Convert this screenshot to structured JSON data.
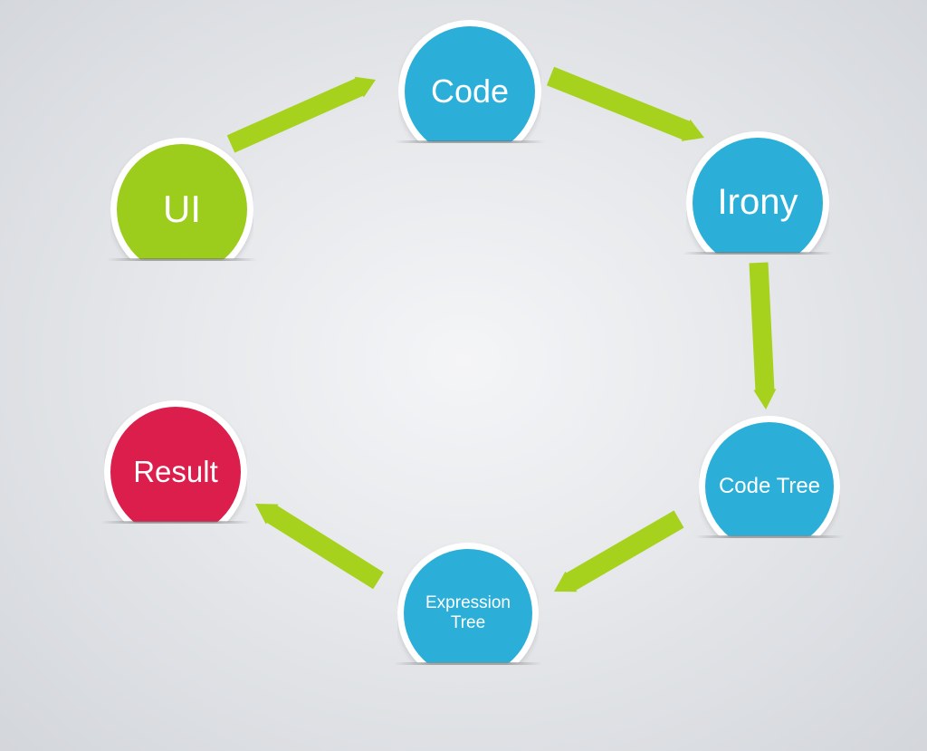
{
  "colors": {
    "green": "#9ccc1c",
    "blue": "#2bafd8",
    "red": "#dc1e4c",
    "arrow": "#a6d21e"
  },
  "nodes": [
    {
      "id": "ui",
      "label": "UI",
      "color": "green"
    },
    {
      "id": "code",
      "label": "Code",
      "color": "blue"
    },
    {
      "id": "irony",
      "label": "Irony",
      "color": "blue"
    },
    {
      "id": "code-tree",
      "label": "Code Tree",
      "color": "blue"
    },
    {
      "id": "expression-tree",
      "label": "Expression Tree",
      "color": "blue"
    },
    {
      "id": "result",
      "label": "Result",
      "color": "red"
    }
  ],
  "edges": [
    {
      "from": "ui",
      "to": "code"
    },
    {
      "from": "code",
      "to": "irony"
    },
    {
      "from": "irony",
      "to": "code-tree"
    },
    {
      "from": "code-tree",
      "to": "expression-tree"
    },
    {
      "from": "expression-tree",
      "to": "result"
    }
  ]
}
